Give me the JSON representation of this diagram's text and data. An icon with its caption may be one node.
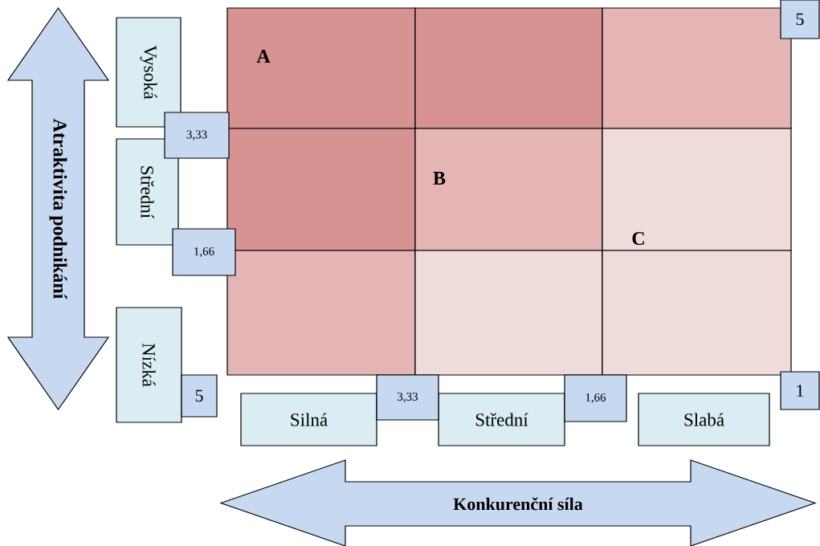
{
  "diagram": {
    "nodes": [
      {
        "text": [
          "Atraktivita podnikání"
        ]
      },
      {
        "text": [
          "Konkurenční síla"
        ]
      },
      {
        "text": [
          "Vysoká"
        ]
      },
      {
        "text": [
          "Střední"
        ]
      },
      {
        "text": [
          "Nízká"
        ]
      },
      {
        "text": [
          "Silná"
        ]
      },
      {
        "text": [
          "Střední"
        ]
      },
      {
        "text": [
          "Slabá"
        ]
      },
      {
        "text": [
          "5"
        ]
      },
      {
        "text": [
          "3,33"
        ]
      },
      {
        "text": [
          "1,66"
        ]
      },
      {
        "text": [
          "5"
        ]
      },
      {
        "text": [
          "3,33"
        ]
      },
      {
        "text": [
          "1,66"
        ]
      },
      {
        "text": [
          "1"
        ]
      },
      {
        "text": [
          "A"
        ]
      },
      {
        "text": [],
        "shape": "box"
      },
      {
        "text": [],
        "shape": "box"
      },
      {
        "text": [],
        "shape": "box"
      },
      {
        "text": [
          "B"
        ]
      },
      {
        "text": [
          "C"
        ]
      },
      {
        "text": [],
        "shape": "box"
      },
      {
        "text": [],
        "shape": "box"
      },
      {
        "text": [],
        "shape": "box"
      }
    ]
  }
}
